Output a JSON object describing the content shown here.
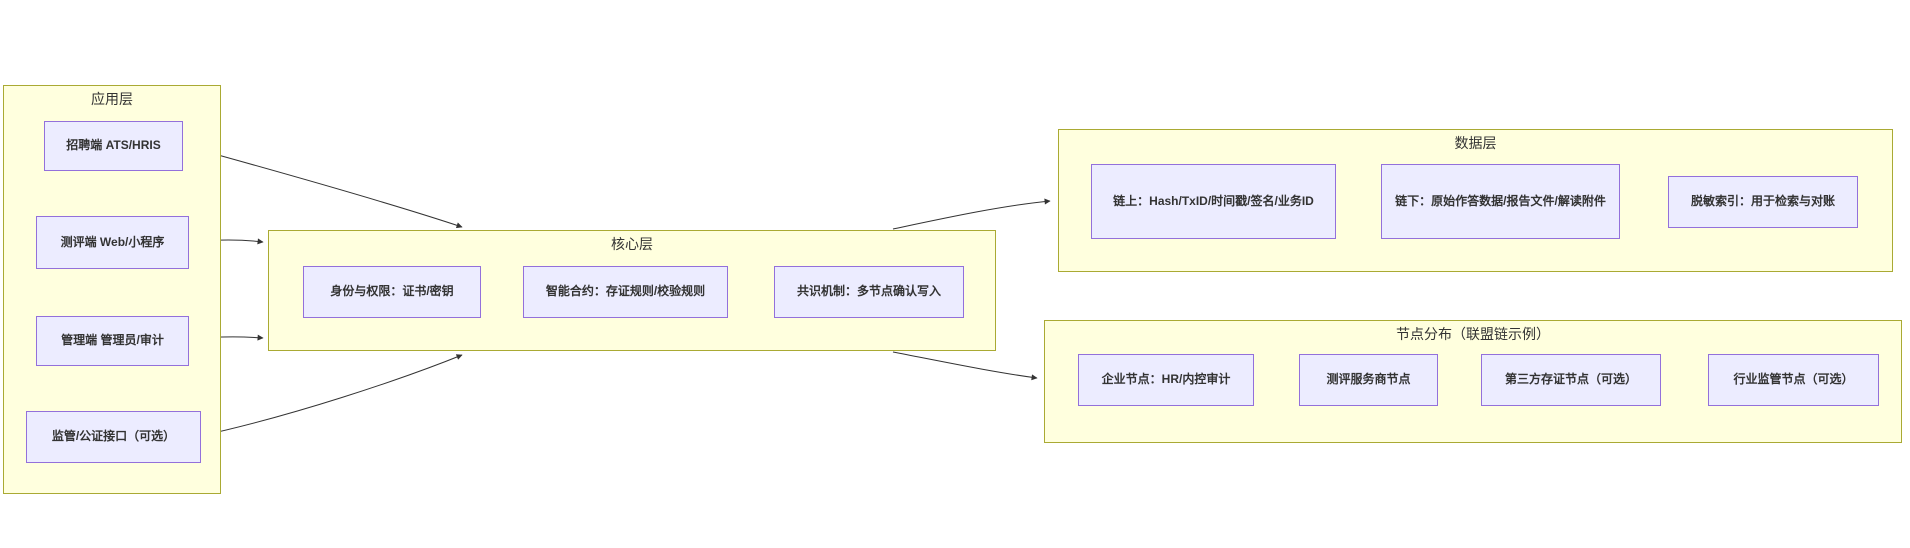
{
  "panels": {
    "app": {
      "title": "应用层",
      "nodes": [
        {
          "label": "招聘端 ATS/HRIS"
        },
        {
          "label": "测评端 Web/小程序"
        },
        {
          "label": "管理端 管理员/审计"
        },
        {
          "label": "监管/公证接口（可选）"
        }
      ]
    },
    "core": {
      "title": "核心层",
      "nodes": [
        {
          "label": "身份与权限：证书/密钥"
        },
        {
          "label": "智能合约：存证规则/校验规则"
        },
        {
          "label": "共识机制：多节点确认写入"
        }
      ]
    },
    "data": {
      "title": "数据层",
      "nodes": [
        {
          "label": "链上：Hash/TxID/时间戳/签名/业务ID"
        },
        {
          "label": "链下：原始作答数据/报告文件/解读附件"
        },
        {
          "label": "脱敏索引：用于检索与对账"
        }
      ]
    },
    "cluster": {
      "title": "节点分布（联盟链示例）",
      "nodes": [
        {
          "label": "企业节点：HR/内控审计"
        },
        {
          "label": "测评服务商节点"
        },
        {
          "label": "第三方存证节点（可选）"
        },
        {
          "label": "行业监管节点（可选）"
        }
      ]
    }
  },
  "edges": [
    {
      "from": "招聘端 ATS/HRIS",
      "to": "核心层"
    },
    {
      "from": "测评端 Web/小程序",
      "to": "核心层"
    },
    {
      "from": "管理端 管理员/审计",
      "to": "核心层"
    },
    {
      "from": "监管/公证接口（可选）",
      "to": "核心层"
    },
    {
      "from": "核心层",
      "to": "数据层"
    },
    {
      "from": "核心层",
      "to": "节点分布（联盟链示例）"
    }
  ],
  "colors": {
    "panel_fill": "#ffffde",
    "panel_border": "#aaaa33",
    "node_fill": "#ECECFF",
    "node_border": "#9370DB",
    "text": "#333333",
    "arrow": "#333333"
  }
}
